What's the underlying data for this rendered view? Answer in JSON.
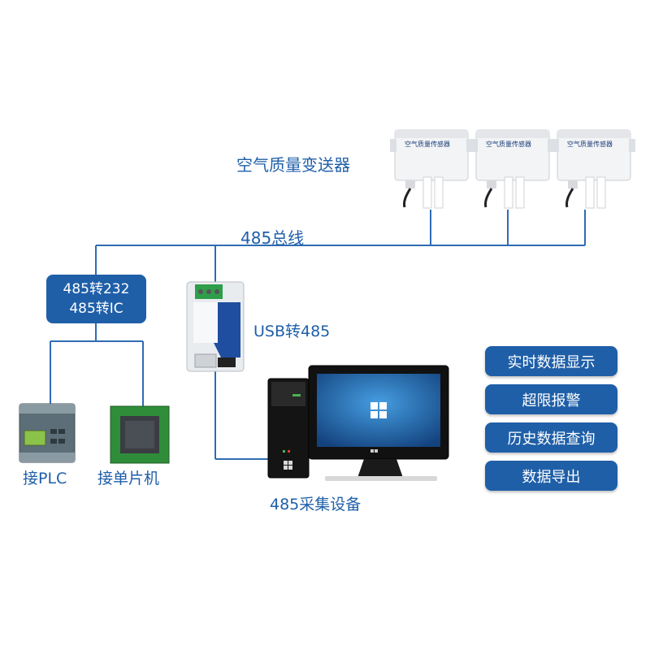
{
  "labels": {
    "air_quality_transmitter": "空气质量变送器",
    "bus_485": "485总线",
    "usb_to_485": "USB转485",
    "collector_485": "485采集设备",
    "plc": "接PLC",
    "mcu": "接单片机"
  },
  "converter_box": {
    "line1": "485转232",
    "line2": "485转IC"
  },
  "sensor_label": "空气质量传感器",
  "features": [
    "实时数据显示",
    "超限报警",
    "历史数据查询",
    "数据导出"
  ],
  "colors": {
    "accent": "#1f5fa8",
    "line": "#2f6cb4"
  }
}
